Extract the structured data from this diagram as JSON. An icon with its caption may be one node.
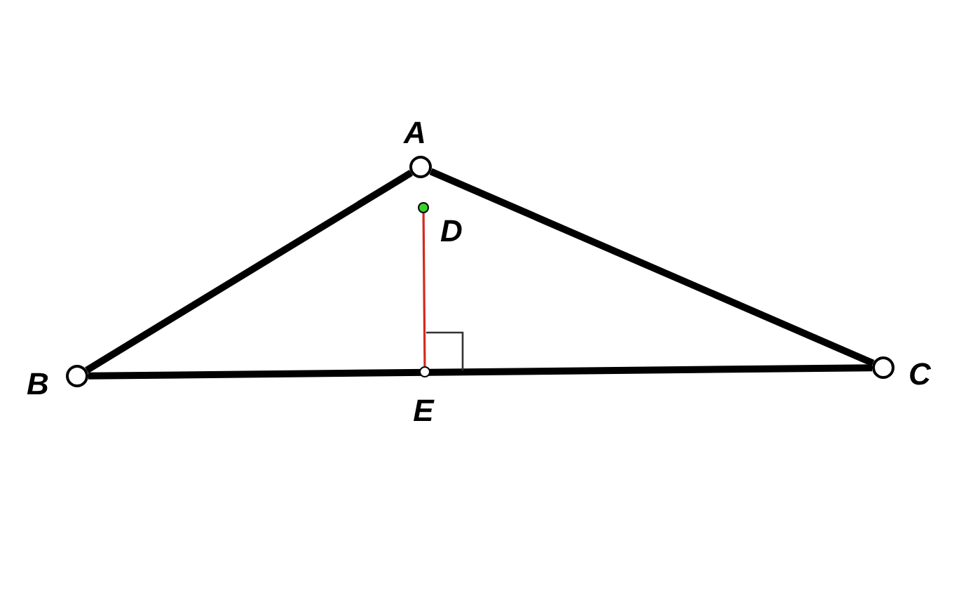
{
  "diagram": {
    "nodes": [
      {
        "text": [
          "A"
        ]
      },
      {
        "text": [
          "B"
        ]
      },
      {
        "text": [
          "C"
        ]
      },
      {
        "text": [
          "D"
        ]
      },
      {
        "text": [
          "E"
        ]
      }
    ],
    "edges": [
      {
        "from": 0,
        "to": 1,
        "arrow": "none"
      },
      {
        "from": 0,
        "to": 2,
        "arrow": "none"
      },
      {
        "from": 1,
        "to": 2,
        "arrow": "none"
      },
      {
        "from": 3,
        "to": 4,
        "arrow": "none",
        "color": "#d42a1e"
      }
    ]
  }
}
